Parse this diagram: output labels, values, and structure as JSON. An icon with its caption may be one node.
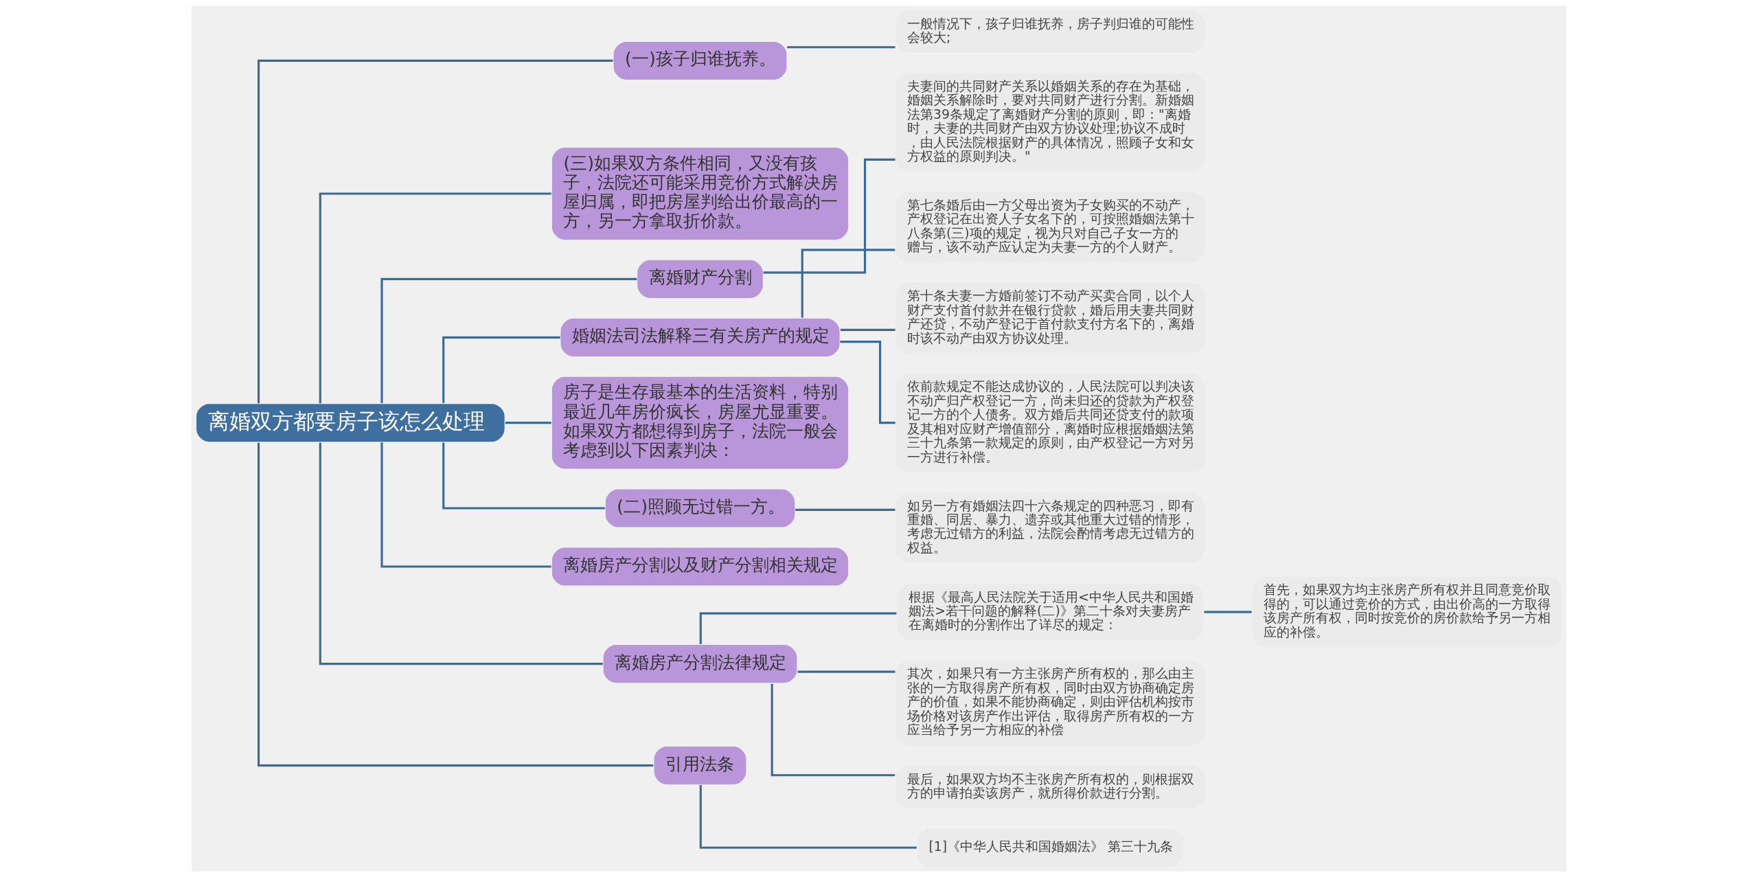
{
  "diagram": {
    "nodes": [
      {
        "text": [
          "离婚双方都要房子该怎么处理"
        ]
      },
      {
        "text": [
          "(一)孩子归谁抚养。"
        ]
      },
      {
        "text": [
          "一般情况下，孩子归谁抚养，房子判归谁的可能性会较大;"
        ]
      },
      {
        "text": [
          "(三)如果双方条件相同，又没有孩子，法院还可能采用竞价方式解决房屋归属，即把房屋判给出价最高的一方，另一方拿取折价款。"
        ]
      },
      {
        "text": [
          "离婚财产分割"
        ]
      },
      {
        "text": [
          "夫妻间的共同财产关系以婚姻关系的存在为基础，婚姻关系解除时，要对共同财产进行分割。新婚姻法第39条规定了离婚财产分割的原则，即：\"离婚时，夫妻的共同财产由双方协议处理;协议不成时，由人民法院根据财产的具体情况，照顾子女和女方权益的原则判决。\""
        ]
      },
      {
        "text": [
          "婚姻法司法解释三有关房产的规定"
        ]
      },
      {
        "text": [
          "第七条婚后由一方父母出资为子女购买的不动产，产权登记在出资人子女名下的，可按照婚姻法第十八条第(三)项的规定，视为只对自己子女一方的赠与，该不动产应认定为夫妻一方的个人财产。"
        ]
      },
      {
        "text": [
          "第十条夫妻一方婚前签订不动产买卖合同，以个人财产支付首付款并在银行贷款，婚后用夫妻共同财产还贷，不动产登记于首付款支付方名下的，离婚时该不动产由双方协议处理。"
        ]
      },
      {
        "text": [
          "依前款规定不能达成协议的，人民法院可以判决该不动产归产权登记一方，尚未归还的贷款为产权登记一方的个人债务。双方婚后共同还贷支付的款项及其相对应财产增值部分，离婚时应根据婚姻法第三十九条第一款规定的原则，由产权登记一方对另一方进行补偿。"
        ]
      },
      {
        "text": [
          "房子是生存最基本的生活资料，特别最近几年房价疯长，房屋尤显重要。如果双方都想得到房子，法院一般会考虑到以下因素判决："
        ]
      },
      {
        "text": [
          "(二)照顾无过错一方。"
        ]
      },
      {
        "text": [
          "如另一方有婚姻法四十六条规定的四种恶习，即有重婚、同居、暴力、遗弃或其他重大过错的情形，考虑无过错方的利益，法院会酌情考虑无过错方的权益。"
        ]
      },
      {
        "text": [
          "离婚房产分割以及财产分割相关规定"
        ]
      },
      {
        "text": [
          "离婚房产分割法律规定"
        ]
      },
      {
        "text": [
          "根据《最高人民法院关于适用<中华人民共和国婚姻法>若干问题的解释(二)》第二十条对夫妻房产在离婚时的分割作出了详尽的规定："
        ]
      },
      {
        "text": [
          "首先，如果双方均主张房产所有权并且同意竞价取得的，可以通过竞价的方式，由出价高的一方取得该房产所有权，同时按竞价的房价款给予另一方相应的补偿。"
        ]
      },
      {
        "text": [
          "其次，如果只有一方主张房产所有权的，那么由主张的一方取得房产所有权，同时由双方协商确定房产的价值，如果不能协商确定，则由评估机构按市场价格对该房产作出评估，取得房产所有权的一方应当给予另一方相应的补偿"
        ]
      },
      {
        "text": [
          "最后，如果双方均不主张房产所有权的，则根据双方的申请拍卖该房产，就所得价款进行分割。"
        ]
      },
      {
        "text": [
          "引用法条"
        ]
      },
      {
        "text": [
          "[1]《中华人民共和国婚姻法》 第三十九条"
        ]
      }
    ],
    "edges": [
      {
        "from": 0,
        "to": 1,
        "arrow": "none"
      },
      {
        "from": 1,
        "to": 2,
        "arrow": "none"
      },
      {
        "from": 0,
        "to": 3,
        "arrow": "none"
      },
      {
        "from": 0,
        "to": 4,
        "arrow": "none"
      },
      {
        "from": 4,
        "to": 5,
        "arrow": "none"
      },
      {
        "from": 0,
        "to": 6,
        "arrow": "none"
      },
      {
        "from": 6,
        "to": 7,
        "arrow": "none"
      },
      {
        "from": 6,
        "to": 8,
        "arrow": "none"
      },
      {
        "from": 6,
        "to": 9,
        "arrow": "none"
      },
      {
        "from": 0,
        "to": 10,
        "arrow": "none"
      },
      {
        "from": 0,
        "to": 11,
        "arrow": "none"
      },
      {
        "from": 11,
        "to": 12,
        "arrow": "none"
      },
      {
        "from": 0,
        "to": 13,
        "arrow": "none"
      },
      {
        "from": 0,
        "to": 14,
        "arrow": "none"
      },
      {
        "from": 14,
        "to": 15,
        "arrow": "none"
      },
      {
        "from": 15,
        "to": 16,
        "arrow": "none"
      },
      {
        "from": 14,
        "to": 17,
        "arrow": "none"
      },
      {
        "from": 14,
        "to": 18,
        "arrow": "none"
      },
      {
        "from": 0,
        "to": 19,
        "arrow": "none"
      },
      {
        "from": 19,
        "to": 20,
        "arrow": "none"
      }
    ]
  }
}
